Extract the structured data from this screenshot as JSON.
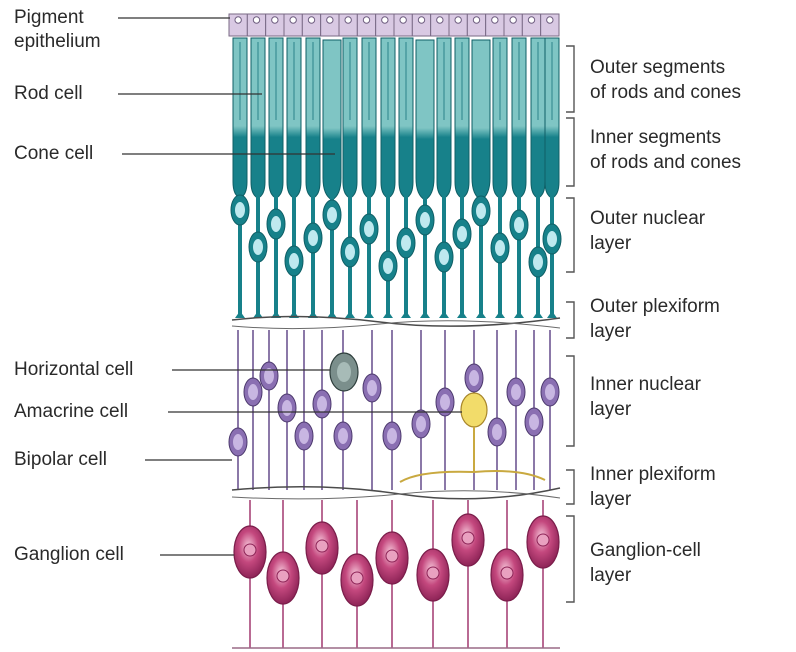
{
  "left_labels": {
    "pigment_line1": "Pigment",
    "pigment_line2": "epithelium",
    "rod": "Rod cell",
    "cone": "Cone cell",
    "horizontal": "Horizontal cell",
    "amacrine": "Amacrine cell",
    "bipolar": "Bipolar cell",
    "ganglion": "Ganglion cell"
  },
  "layers": [
    {
      "line1": "Outer segments",
      "line2": "of rods and cones"
    },
    {
      "line1": "Inner segments",
      "line2": "of rods and cones"
    },
    {
      "line1": "Outer nuclear",
      "line2": "layer"
    },
    {
      "line1": "Outer plexiform",
      "line2": "layer"
    },
    {
      "line1": "Inner nuclear",
      "line2": "layer"
    },
    {
      "line1": "Inner plexiform",
      "line2": "layer"
    },
    {
      "line1": "Ganglion-cell",
      "line2": "layer"
    }
  ],
  "colors": {
    "pigment": "#d9c9e3",
    "teal_light": "#7fc5c4",
    "teal_dark": "#17818a",
    "nucleus": "#bfe9ef",
    "bipolar": "#8a6fb2",
    "ganglion": "#c4487e",
    "amacrine": "#f2dc6a",
    "horizontal": "#7b8f8c"
  }
}
